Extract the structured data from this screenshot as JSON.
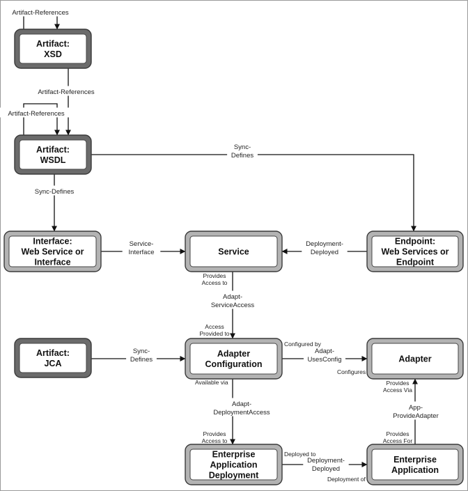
{
  "colors": {
    "dark_frame": "#6b6b6b",
    "light_frame": "#b3b3b3",
    "line": "#111111"
  },
  "nodes": {
    "xsd": {
      "lines": [
        "Artifact:",
        "XSD"
      ]
    },
    "wsdl": {
      "lines": [
        "Artifact:",
        "WSDL"
      ]
    },
    "iface": {
      "lines": [
        "Interface:",
        "Web Service or",
        "Interface"
      ]
    },
    "service": {
      "lines": [
        "Service"
      ]
    },
    "endpoint": {
      "lines": [
        "Endpoint:",
        "Web Services or",
        "Endpoint"
      ]
    },
    "jca": {
      "lines": [
        "Artifact:",
        "JCA"
      ]
    },
    "adcfg": {
      "lines": [
        "Adapter",
        "Configuration"
      ]
    },
    "adapter": {
      "lines": [
        "Adapter"
      ]
    },
    "ead": {
      "lines": [
        "Enterprise",
        "Application",
        "Deployment"
      ]
    },
    "ea": {
      "lines": [
        "Enterprise",
        "Application"
      ]
    }
  },
  "edges": {
    "xsd_self": {
      "lines": [
        "Artifact-References"
      ]
    },
    "xsd_wsdl": {
      "lines": [
        "Artifact-References"
      ]
    },
    "wsdl_self": {
      "lines": [
        "Artifact-References"
      ]
    },
    "wsdl_endpoint": {
      "lines": [
        "Sync-",
        "Defines"
      ]
    },
    "wsdl_iface": {
      "lines": [
        "Sync-Defines"
      ]
    },
    "iface_service": {
      "lines": [
        "Service-",
        "Interface"
      ]
    },
    "endpoint_service": {
      "lines": [
        "Deployment-",
        "Deployed"
      ]
    },
    "service_adcfg": {
      "lines": [
        "Adapt-",
        "ServiceAccess"
      ]
    },
    "jca_adcfg": {
      "lines": [
        "Sync-",
        "Defines"
      ]
    },
    "adcfg_adapter": {
      "lines": [
        "Adapt-",
        "UsesConfig"
      ]
    },
    "adcfg_ead": {
      "lines": [
        "Adapt-",
        "DeploymentAccess"
      ]
    },
    "ead_ea": {
      "lines": [
        "Deployment-",
        "Deployed"
      ]
    },
    "ea_adapter": {
      "lines": [
        "App-",
        "ProvideAdapter"
      ]
    }
  },
  "roles": {
    "provides_access_to_1": [
      "Provides",
      "Access to"
    ],
    "access_provided_to": [
      "Access",
      "Provided to"
    ],
    "configured_by": [
      "Configured by"
    ],
    "configures": [
      "Configures"
    ],
    "available_via": [
      "Available via"
    ],
    "provides_access_to_2": [
      "Provides",
      "Access to"
    ],
    "deployed_to": [
      "Deployed to"
    ],
    "deployment_of": [
      "Deployment of"
    ],
    "provides_access_via": [
      "Provides",
      "Access Via"
    ],
    "provides_access_for": [
      "Provides",
      "Access For"
    ]
  }
}
